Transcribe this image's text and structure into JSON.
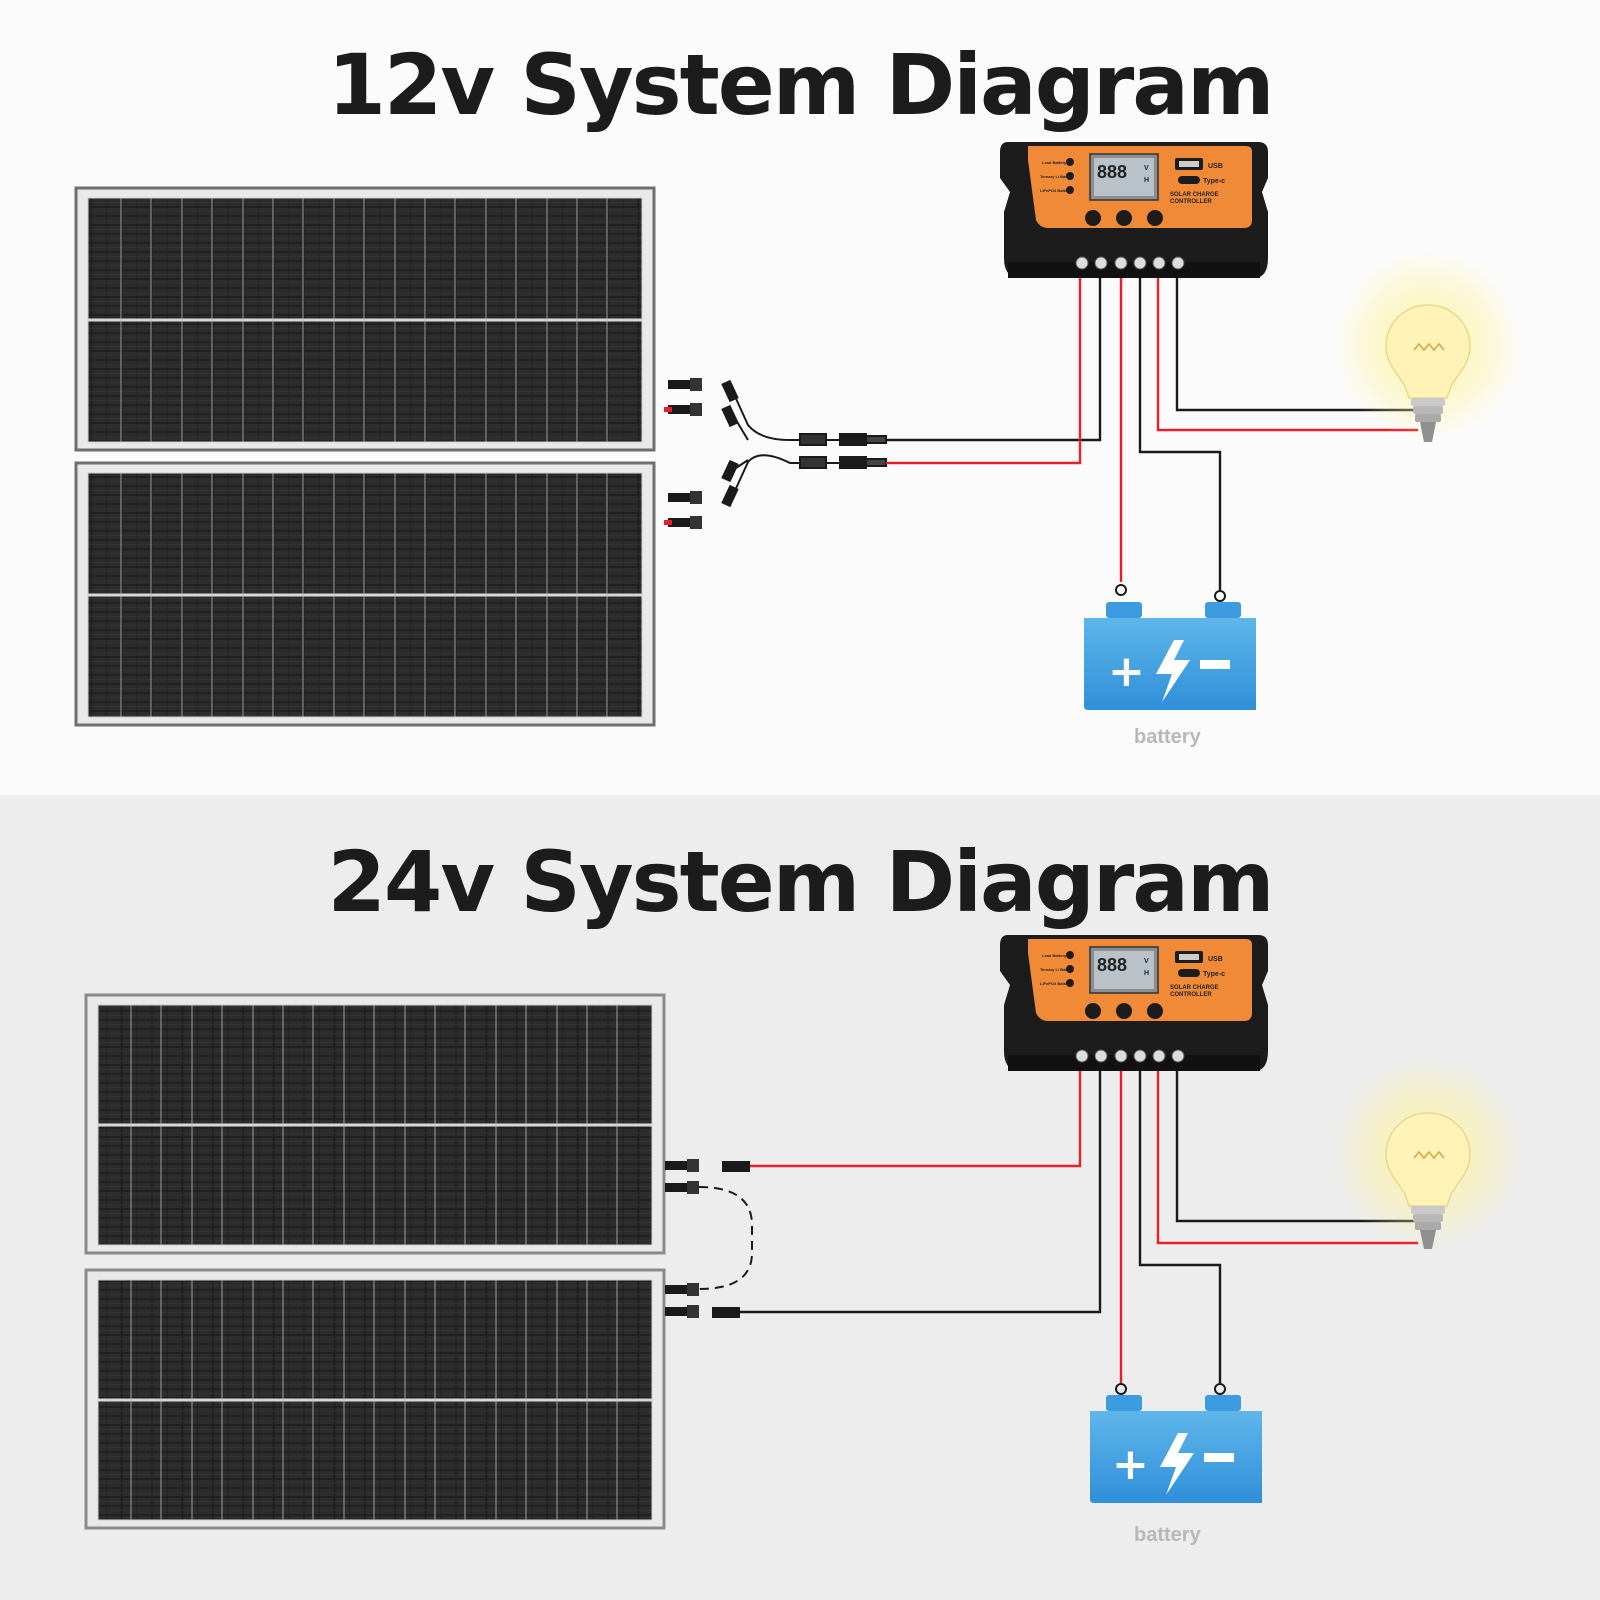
{
  "diagrams": [
    {
      "title": "12v System Diagram",
      "battery_label": "battery",
      "controller": {
        "lcd_digits": "888",
        "lcd_units": [
          "V",
          "H"
        ],
        "usb_label": "USB",
        "typec_label": "Type-c",
        "name_lines": [
          "SOLAR CHARGE",
          "CONTROLLER"
        ],
        "battery_modes": [
          "Lead Battery",
          "Ternary Li Battery",
          "LiFePO4 Battery"
        ]
      }
    },
    {
      "title": "24v System Diagram",
      "battery_label": "battery",
      "controller": {
        "lcd_digits": "888",
        "lcd_units": [
          "V",
          "H"
        ],
        "usb_label": "USB",
        "typec_label": "Type-c",
        "name_lines": [
          "SOLAR CHARGE",
          "CONTROLLER"
        ],
        "battery_modes": [
          "Lead Battery",
          "Ternary Li Battery",
          "LiFePO4 Battery"
        ]
      }
    }
  ],
  "colors": {
    "wire_positive": "#e5202a",
    "wire_negative": "#1a1a1a",
    "controller_orange": "#f08a36",
    "battery_blue": "#3d9be0",
    "bulb_glow": "#fff6b0"
  },
  "icons": [
    "solar-panel-icon",
    "charge-controller-icon",
    "battery-icon",
    "light-bulb-icon",
    "mc4-connector-icon",
    "branch-connector-icon"
  ]
}
